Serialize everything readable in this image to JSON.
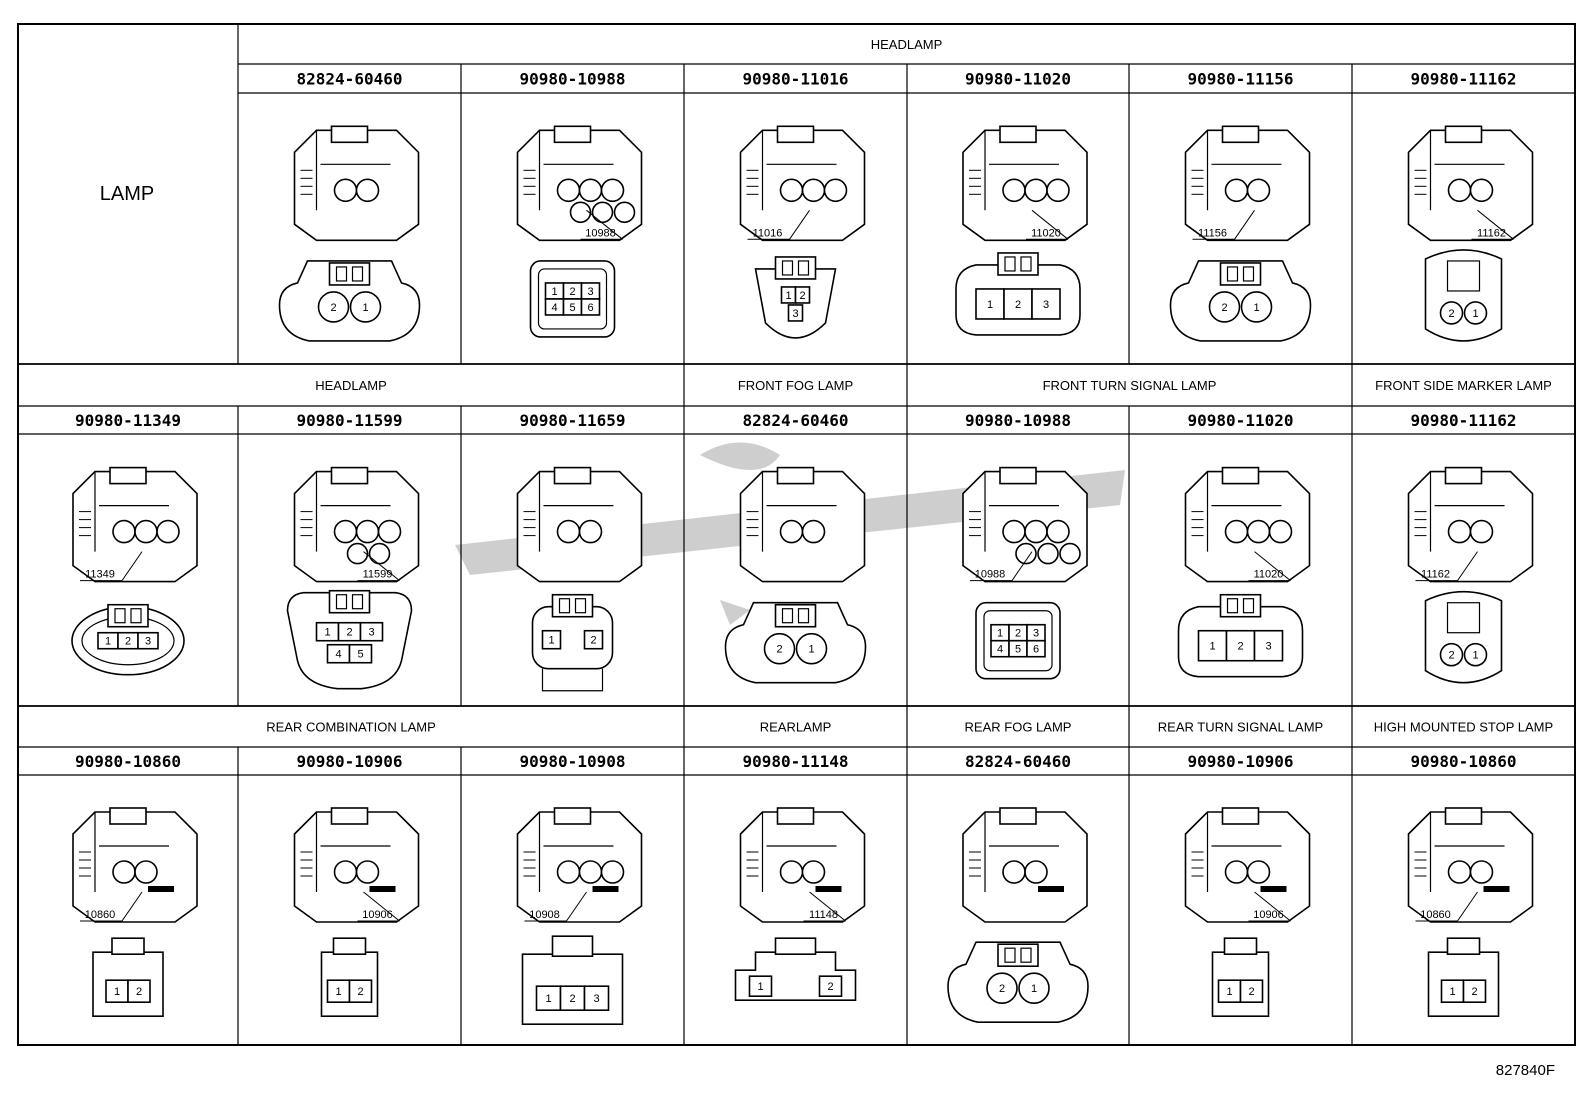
{
  "corner_label": "LAMP",
  "figure_code": "827840F",
  "rows": [
    {
      "groups": [
        {
          "label": "HEADLAMP",
          "span": 6,
          "start": 1
        }
      ],
      "cells": [
        {
          "part": "82824-60460",
          "callout": "",
          "pins": [
            "2",
            "1"
          ],
          "front": "round2"
        },
        {
          "part": "90980-10988",
          "callout": "10988",
          "pins": [
            "1",
            "2",
            "3",
            "4",
            "5",
            "6"
          ],
          "front": "grid6"
        },
        {
          "part": "90980-11016",
          "callout": "11016",
          "pins": [
            "1",
            "2",
            "3"
          ],
          "front": "tri3"
        },
        {
          "part": "90980-11020",
          "callout": "11020",
          "pins": [
            "1",
            "2",
            "3"
          ],
          "front": "wide3"
        },
        {
          "part": "90980-11156",
          "callout": "11156",
          "pins": [
            "2",
            "1"
          ],
          "front": "round2b"
        },
        {
          "part": "90980-11162",
          "callout": "11162",
          "pins": [
            "2",
            "1"
          ],
          "front": "tall2"
        }
      ]
    },
    {
      "groups": [
        {
          "label": "HEADLAMP",
          "span": 3,
          "start": 0
        },
        {
          "label": "FRONT FOG LAMP",
          "span": 1,
          "start": 3
        },
        {
          "label": "FRONT TURN SIGNAL LAMP",
          "span": 2,
          "start": 4
        },
        {
          "label": "FRONT SIDE MARKER LAMP",
          "span": 1,
          "start": 6
        }
      ],
      "cells": [
        {
          "part": "90980-11349",
          "callout": "11349",
          "pins": [
            "1",
            "2",
            "3"
          ],
          "front": "oval3"
        },
        {
          "part": "90980-11599",
          "callout": "11599",
          "pins": [
            "1",
            "2",
            "3",
            "4",
            "5"
          ],
          "front": "grid5"
        },
        {
          "part": "90980-11659",
          "callout": "",
          "pins": [
            "1",
            "2"
          ],
          "front": "clip2"
        },
        {
          "part": "82824-60460",
          "callout": "",
          "pins": [
            "2",
            "1"
          ],
          "front": "round2"
        },
        {
          "part": "90980-10988",
          "callout": "10988",
          "pins": [
            "1",
            "2",
            "3",
            "4",
            "5",
            "6"
          ],
          "front": "grid6"
        },
        {
          "part": "90980-11020",
          "callout": "11020",
          "pins": [
            "1",
            "2",
            "3"
          ],
          "front": "wide3"
        },
        {
          "part": "90980-11162",
          "callout": "11162",
          "pins": [
            "2",
            "1"
          ],
          "front": "tall2"
        }
      ]
    },
    {
      "groups": [
        {
          "label": "REAR COMBINATION LAMP",
          "span": 3,
          "start": 0
        },
        {
          "label": "REARLAMP",
          "span": 1,
          "start": 3
        },
        {
          "label": "REAR FOG LAMP",
          "span": 1,
          "start": 4
        },
        {
          "label": "REAR TURN SIGNAL LAMP",
          "span": 1,
          "start": 5
        },
        {
          "label": "HIGH MOUNTED STOP LAMP",
          "span": 1,
          "start": 6
        }
      ],
      "cells": [
        {
          "part": "90980-10860",
          "callout": "10860",
          "pins": [
            "1",
            "2"
          ],
          "front": "box2"
        },
        {
          "part": "90980-10906",
          "callout": "10906",
          "pins": [
            "1",
            "2"
          ],
          "front": "box2s"
        },
        {
          "part": "90980-10908",
          "callout": "10908",
          "pins": [
            "1",
            "2",
            "3"
          ],
          "front": "box3"
        },
        {
          "part": "90980-11148",
          "callout": "11148",
          "pins": [
            "1",
            "2"
          ],
          "front": "flat2"
        },
        {
          "part": "82824-60460",
          "callout": "",
          "pins": [
            "2",
            "1"
          ],
          "front": "round2"
        },
        {
          "part": "90980-10906",
          "callout": "10906",
          "pins": [
            "1",
            "2"
          ],
          "front": "box2s"
        },
        {
          "part": "90980-10860",
          "callout": "10860",
          "pins": [
            "1",
            "2"
          ],
          "front": "box2"
        }
      ]
    }
  ]
}
